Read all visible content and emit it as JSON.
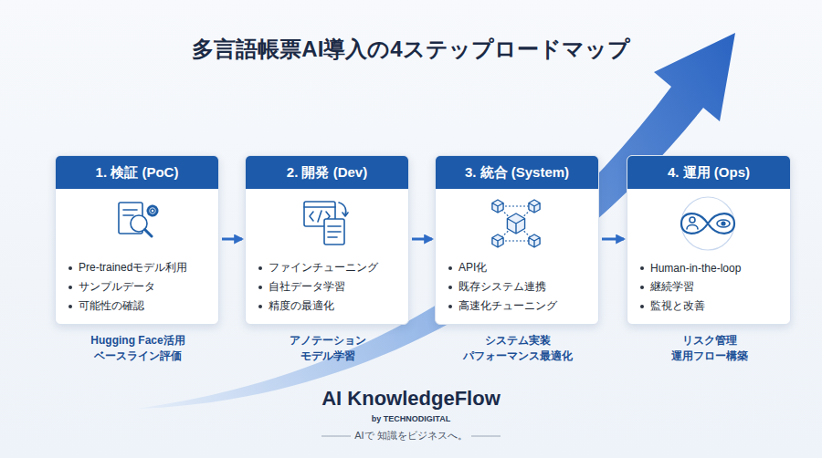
{
  "diagram": {
    "title": "多言語帳票AI導入の4ステップロードマップ",
    "nodes": [
      {
        "text": [
          "1. 検証 (PoC)",
          "Pre-trainedモデル利用",
          "サンプルデータ",
          "可能性の確認",
          "Hugging Face活用 ベースライン評価"
        ]
      },
      {
        "text": [
          "2. 開発 (Dev)",
          "ファインチューニング",
          "自社データ学習",
          "精度の最適化",
          "アノテーション モデル学習"
        ]
      },
      {
        "text": [
          "3. 統合 (System)",
          "API化",
          "既存システム連携",
          "高速化チューニング",
          "システム実装 パフォーマンス最適化"
        ]
      },
      {
        "text": [
          "4. 運用 (Ops)",
          "Human-in-the-loop",
          "継続学習",
          "監視と改善",
          "リスク管理 運用フロー構築"
        ]
      }
    ],
    "edges": [
      {
        "from": 0,
        "to": 1,
        "arrow": "to"
      },
      {
        "from": 1,
        "to": 2,
        "arrow": "to"
      },
      {
        "from": 2,
        "to": 3,
        "arrow": "to"
      }
    ],
    "labels": [
      "AI KnowledgeFlow",
      "by TECHNODIGITAL",
      "AIで 知識をビジネスへ。"
    ]
  }
}
